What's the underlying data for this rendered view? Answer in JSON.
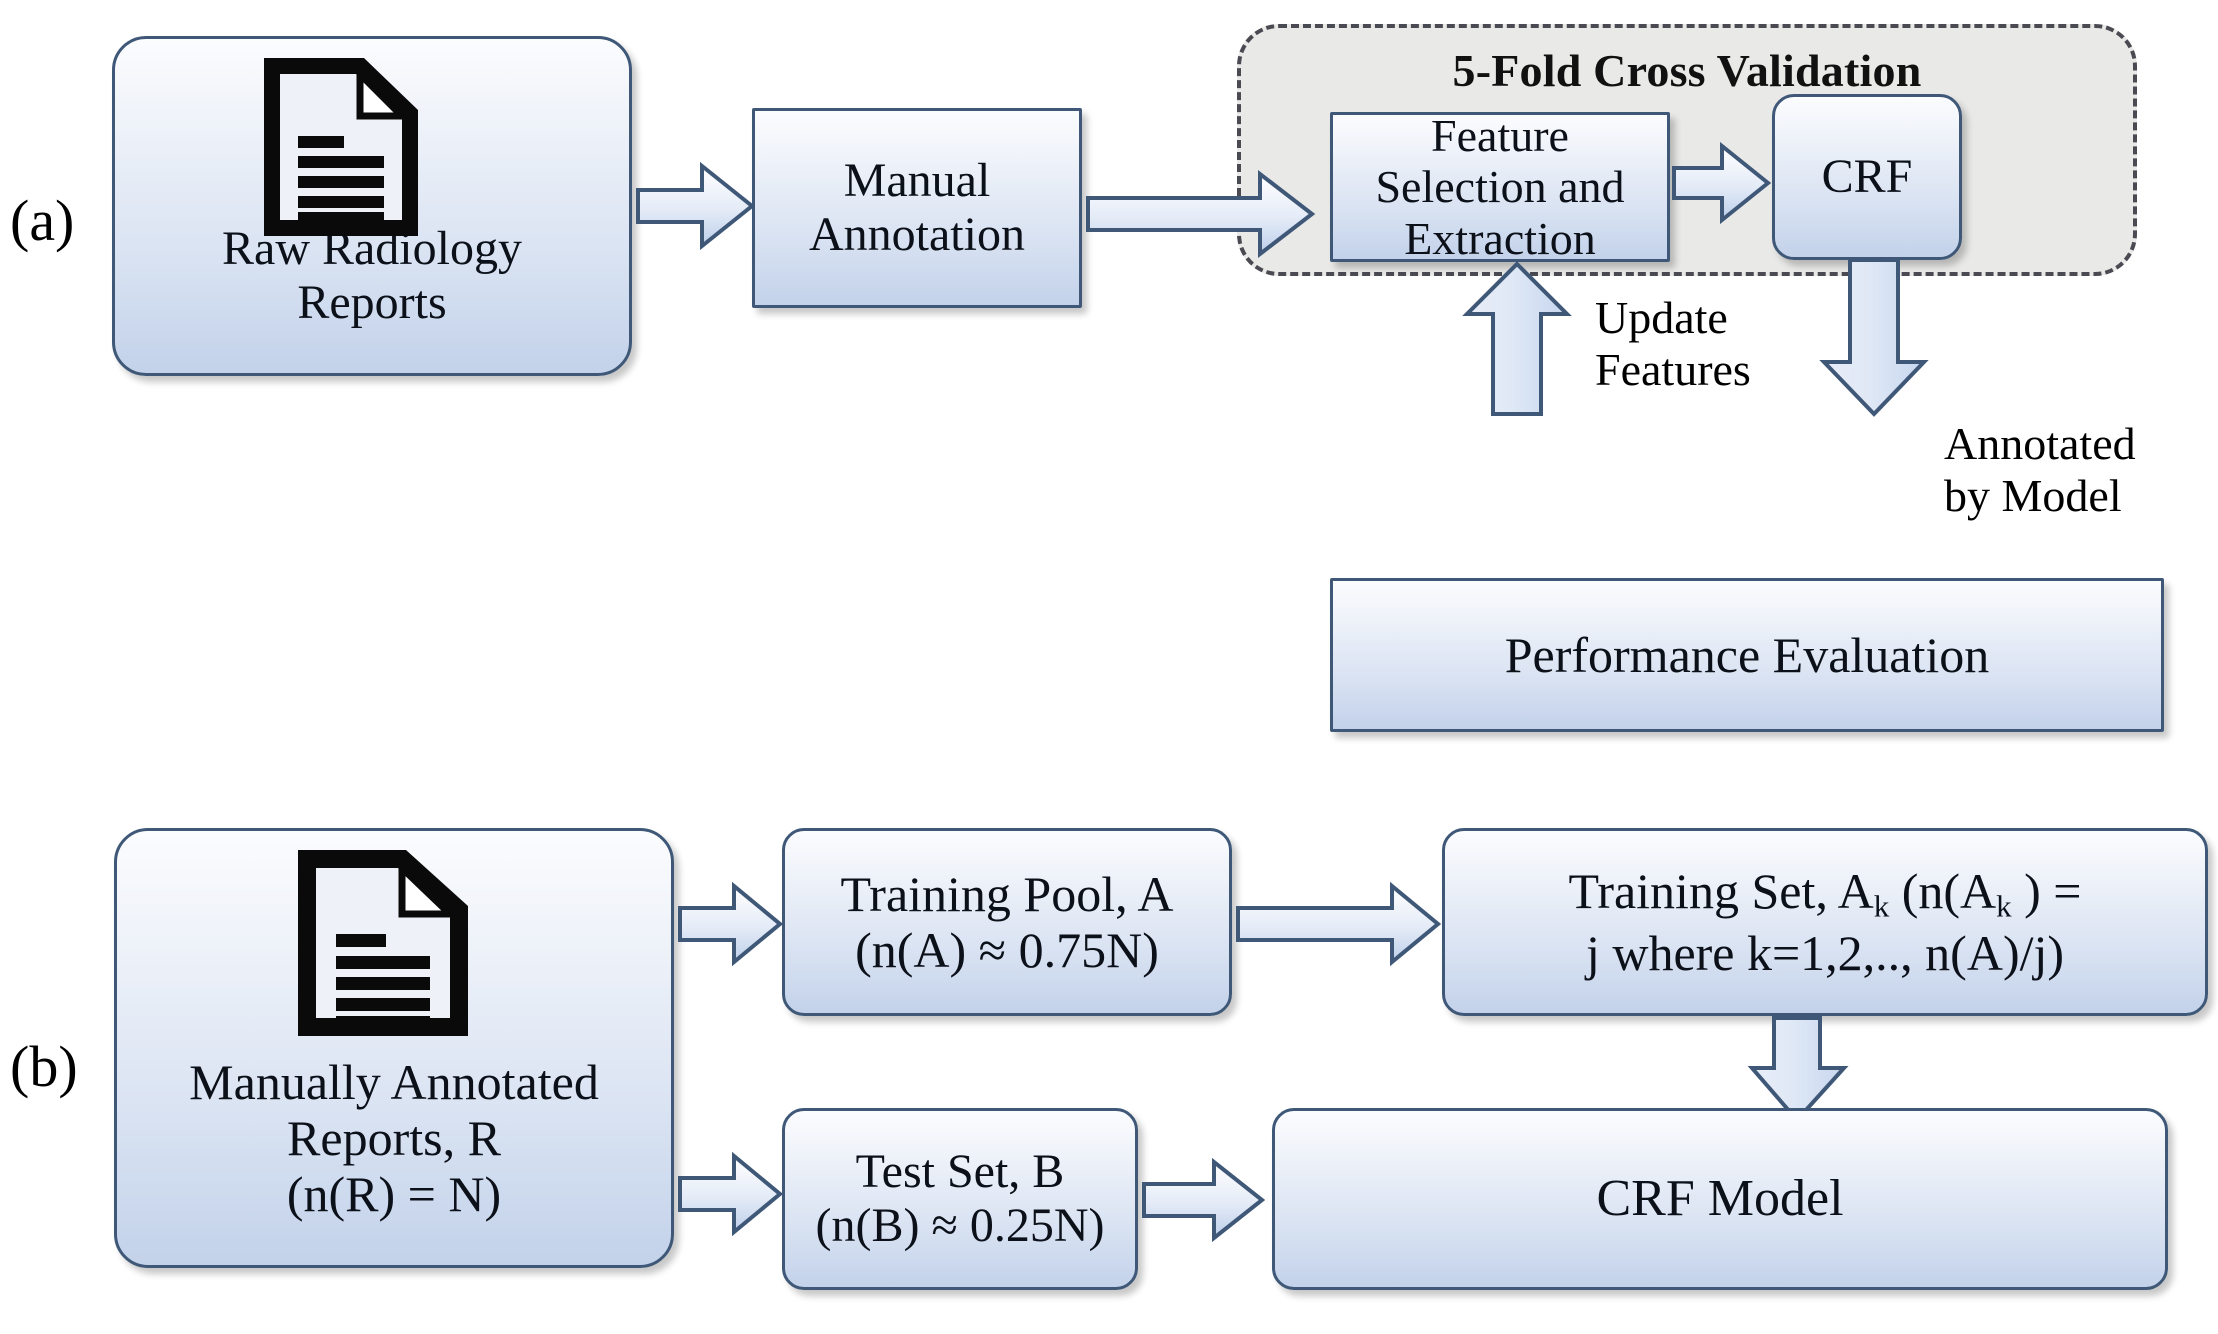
{
  "figure": {
    "panels": [
      {
        "id": "a",
        "label": "(a)"
      },
      {
        "id": "b",
        "label": "(b)"
      }
    ]
  },
  "panel_a": {
    "nodes": {
      "raw_reports": {
        "line1": "Raw Radiology",
        "line2": "Reports",
        "icon": "document-icon"
      },
      "manual_annotation": {
        "line1": "Manual",
        "line2": "Annotation"
      },
      "feature_selection": {
        "line1": "Feature",
        "line2": "Selection and",
        "line3": "Extraction"
      },
      "crf": {
        "line1": "CRF"
      },
      "performance_evaluation": {
        "line1": "Performance Evaluation"
      }
    },
    "container": {
      "title": "5-Fold Cross Validation"
    },
    "edges": {
      "update_features": {
        "line1": "Update",
        "line2": "Features"
      },
      "annotated_by_model": {
        "line1": "Annotated",
        "line2": "by Model"
      }
    }
  },
  "panel_b": {
    "nodes": {
      "manual_reports": {
        "line1": "Manually Annotated",
        "line2": "Reports, R",
        "line3": "(n(R) = N)",
        "icon": "document-icon"
      },
      "training_pool": {
        "line1": "Training Pool, A",
        "line2": "(n(A) ≈ 0.75N)"
      },
      "training_set": {
        "line1_a": "Training Set, A",
        "line1_sub": "k",
        "line1_b": " (n(A",
        "line1_sub2": "k",
        "line1_c": " ) =",
        "line2": "j where k=1,2,.., n(A)/j)"
      },
      "test_set": {
        "line1": "Test Set, B",
        "line2": "(n(B) ≈ 0.25N)"
      },
      "crf_model": {
        "line1": "CRF Model"
      }
    }
  },
  "colors": {
    "box_border": "#3f5878",
    "box_fill_top": "#fbfcfe",
    "box_fill_bottom": "#c3d2ea",
    "container_fill": "#e9e9e7",
    "container_border": "#4a4a52",
    "arrow_border": "#3f5878",
    "text": "#0c1019"
  }
}
